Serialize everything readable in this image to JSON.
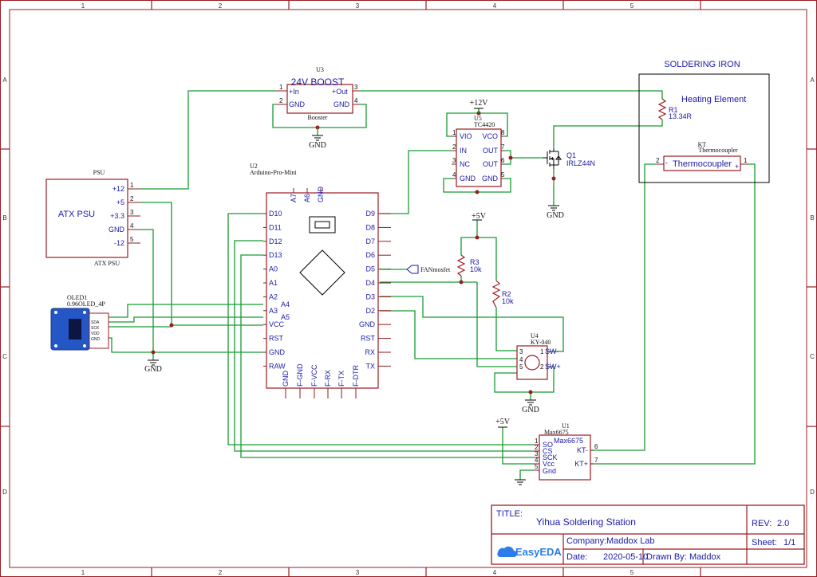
{
  "border": {
    "cols": [
      "1",
      "2",
      "3",
      "4",
      "5"
    ],
    "rows": [
      "A",
      "B",
      "C",
      "D"
    ]
  },
  "components": {
    "u3": {
      "ref": "U3",
      "name": "24V BOOST",
      "value": "Booster",
      "pins": [
        "+In",
        "GND",
        "+Out",
        "GND"
      ],
      "nums": [
        "1",
        "2",
        "3",
        "4"
      ]
    },
    "psu": {
      "ref": "PSU",
      "name": "ATX PSU",
      "value": "ATX PSU",
      "pins": [
        "+12",
        "+5",
        "+3.3",
        "GND",
        "-12"
      ],
      "nums": [
        "1",
        "2",
        "3",
        "4",
        "5"
      ]
    },
    "u2": {
      "ref": "U2",
      "value": "Arduino-Pro-Mini",
      "left": [
        "D10",
        "D11",
        "D12",
        "D13",
        "A0",
        "A1",
        "A2",
        "A3",
        "VCC",
        "RST",
        "GND",
        "RAW"
      ],
      "right": [
        "D9",
        "D8",
        "D7",
        "D6",
        "D5",
        "D4",
        "D3",
        "D2",
        "GND",
        "RST",
        "RX",
        "TX"
      ],
      "top": [
        "A7",
        "A6",
        "GND"
      ],
      "bottom": [
        "GND",
        "F-GND",
        "F-VCC",
        "F-RX",
        "F-TX",
        "F-DTR"
      ]
    },
    "u5": {
      "ref": "U5",
      "value": "TC4420",
      "left": [
        "VIO",
        "IN",
        "NC",
        "GND"
      ],
      "right": [
        "VCO",
        "OUT",
        "OUT",
        "GND"
      ],
      "lnums": [
        "1",
        "2",
        "3",
        "4"
      ],
      "rnums": [
        "8",
        "7",
        "6",
        "5"
      ]
    },
    "q1": {
      "ref": "Q1",
      "value": "IRLZ44N"
    },
    "iron": {
      "title": "SOLDERING IRON",
      "heater": "Heating Element",
      "r1": "R1",
      "r1v": "13.34R",
      "kt": "KT",
      "ktv": "Thermocoupler",
      "tc": "Thermocoupler",
      "tcminus": "-",
      "tcplus": "+",
      "n2": "2",
      "n1": "1"
    },
    "oled": {
      "ref": "OLED1",
      "value": "0.96OLED_4P",
      "pins": [
        "SDA",
        "SCK",
        "VDD",
        "GND"
      ],
      "a4": "A4",
      "a5": "A5"
    },
    "r3": {
      "ref": "R3",
      "value": "10k"
    },
    "r2": {
      "ref": "R2",
      "value": "10k"
    },
    "u4": {
      "ref": "U4",
      "value": "KY-040",
      "pins": [
        "SW-",
        "SW+",
        "3",
        "4",
        "5",
        "1",
        "2"
      ]
    },
    "u1": {
      "ref": "U1",
      "value": "Max6675",
      "name": "Max6675",
      "left": [
        "SO",
        "CS",
        "SCK",
        "Vcc",
        "Gnd"
      ],
      "lnums": [
        "1",
        "2",
        "3",
        "4",
        "5"
      ],
      "right": [
        "KT-",
        "KT+"
      ],
      "rnums": [
        "6",
        "7"
      ]
    },
    "netflag": "FANmosfet"
  },
  "power": {
    "gnd": "GND",
    "p5": "+5V",
    "p12": "+12V"
  },
  "title_block": {
    "title_label": "TITLE:",
    "title": "Yihua Soldering Station",
    "rev_label": "REV:",
    "rev": "2.0",
    "company_label": "Company:",
    "company": "Maddox Lab",
    "sheet_label": "Sheet:",
    "sheet": "1/1",
    "date_label": "Date:",
    "date": "2020-05-10",
    "drawn_label": "Drawn By:",
    "drawn": "Maddox",
    "logo": "EasyEDA"
  }
}
